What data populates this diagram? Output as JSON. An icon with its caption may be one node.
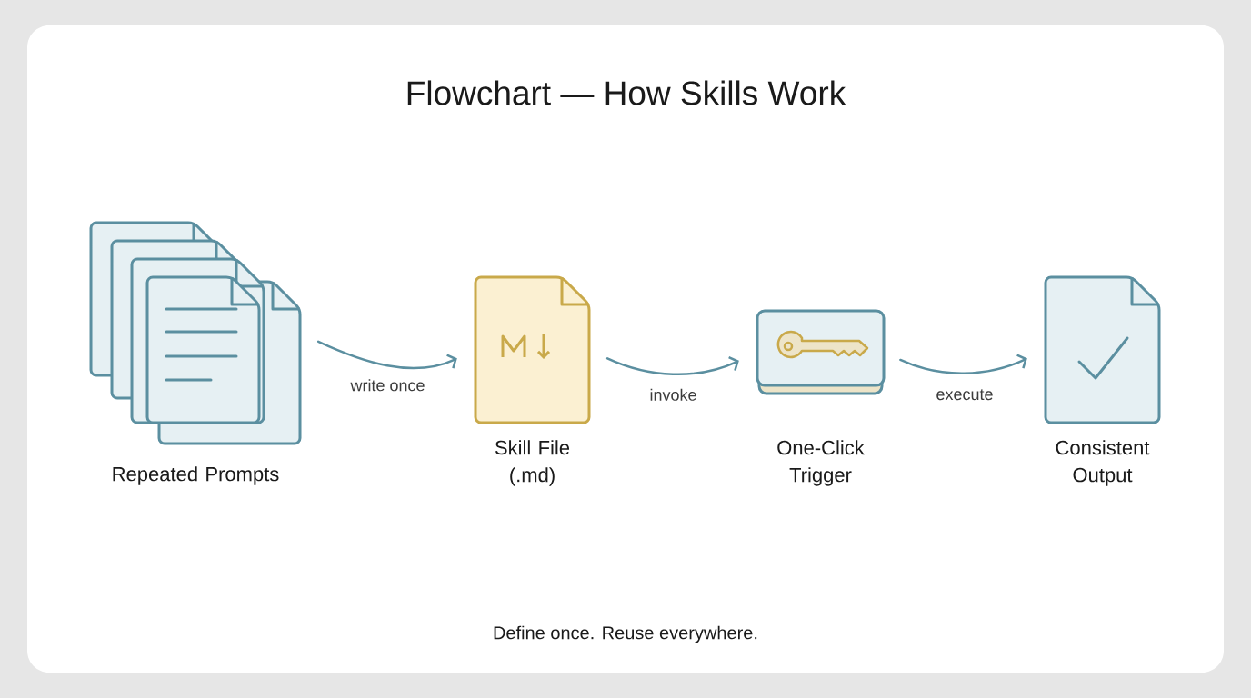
{
  "diagram": {
    "title": "Flowchart — How Skills Work",
    "caption": "Define once. Reuse everywhere.",
    "nodes": [
      {
        "text": [
          "Repeated Prompts"
        ]
      },
      {
        "text": [
          "Skill File (.md)"
        ]
      },
      {
        "text": [
          "One-Click Trigger"
        ]
      },
      {
        "text": [
          "Consistent Output"
        ]
      }
    ],
    "edges": [
      {
        "from": 0,
        "to": 1,
        "arrow": "to",
        "label": "write once"
      },
      {
        "from": 1,
        "to": 2,
        "arrow": "to",
        "label": "invoke"
      },
      {
        "from": 2,
        "to": 3,
        "arrow": "to",
        "label": "execute"
      }
    ]
  }
}
